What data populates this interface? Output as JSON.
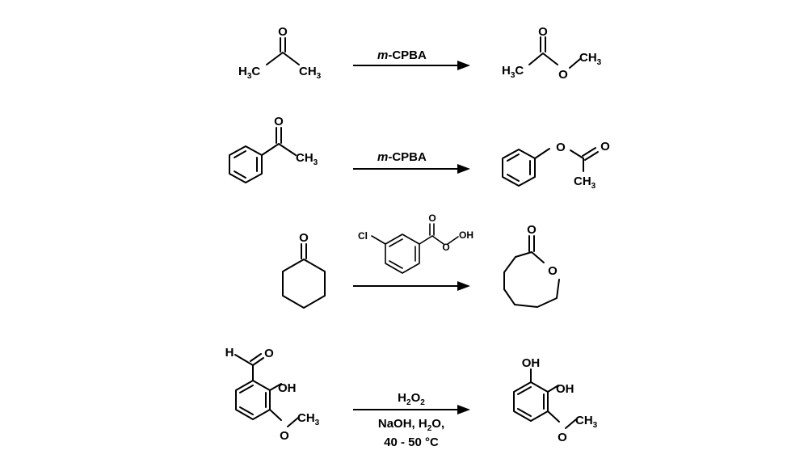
{
  "reactions": [
    {
      "reagent": {
        "prefix": "m",
        "name": "-CPBA"
      },
      "reactant": {
        "left_methyl": "H",
        "left_methyl_sub": "3",
        "left_methyl_c": "C",
        "right_methyl": "CH",
        "right_methyl_sub": "3",
        "oxygen": "O"
      },
      "product": {
        "left_methyl": "H",
        "left_methyl_sub": "3",
        "left_methyl_c": "C",
        "carbonyl_o": "O",
        "ester_o": "O",
        "methyl": "CH",
        "methyl_sub": "3"
      }
    },
    {
      "reagent": {
        "prefix": "m",
        "name": "-CPBA"
      },
      "reactant": {
        "oxygen": "O",
        "methyl": "CH",
        "methyl_sub": "3"
      },
      "product": {
        "ester_o": "O",
        "carbonyl_o": "O",
        "methyl": "CH",
        "methyl_sub": "3"
      }
    },
    {
      "reagent": {
        "chlorine": "Cl",
        "carbonyl_o": "O",
        "peroxy_o": "O",
        "hydroxyl": "OH"
      },
      "reactant": {
        "oxygen": "O"
      },
      "product": {
        "carbonyl_o": "O",
        "ring_o": "O"
      }
    },
    {
      "reagent": {
        "line1_a": "H",
        "line1_sub1": "2",
        "line1_b": "O",
        "line1_sub2": "2",
        "line2_a": "NaOH, H",
        "line2_sub": "2",
        "line2_b": "O,",
        "line3": "40 - 50 °C"
      },
      "reactant": {
        "aldehyde_h": "H",
        "aldehyde_o": "O",
        "hydroxyl": "OH",
        "ether_o": "O",
        "methyl": "CH",
        "methyl_sub": "3"
      },
      "product": {
        "hydroxyl_top": "OH",
        "hydroxyl": "OH",
        "ether_o": "O",
        "methyl": "CH",
        "methyl_sub": "3"
      }
    }
  ]
}
